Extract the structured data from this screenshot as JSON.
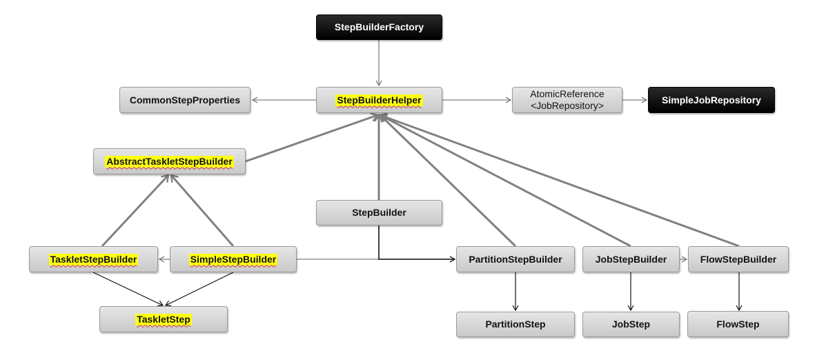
{
  "nodes": {
    "step_builder_factory": {
      "label": "StepBuilderFactory",
      "style": "dark",
      "highlighted": false
    },
    "step_builder_helper": {
      "label": "StepBuilderHelper",
      "style": "gray",
      "highlighted": true
    },
    "common_step_properties": {
      "label": "CommonStepProperties",
      "style": "gray",
      "highlighted": false
    },
    "atomic_reference": {
      "label": "AtomicReference\n<JobRepository>",
      "style": "gray",
      "highlighted": false
    },
    "simple_job_repository": {
      "label": "SimpleJobRepository",
      "style": "dark",
      "highlighted": false
    },
    "abstract_tasklet_step_builder": {
      "label": "AbstractTaskletStepBuilder",
      "style": "gray",
      "highlighted": true
    },
    "step_builder": {
      "label": "StepBuilder",
      "style": "gray",
      "highlighted": false
    },
    "tasklet_step_builder": {
      "label": "TaskletStepBuilder",
      "style": "gray",
      "highlighted": true
    },
    "simple_step_builder": {
      "label": "SimpleStepBuilder",
      "style": "gray",
      "highlighted": true
    },
    "tasklet_step": {
      "label": "TaskletStep",
      "style": "gray",
      "highlighted": true
    },
    "partition_step_builder": {
      "label": "PartitionStepBuilder",
      "style": "gray",
      "highlighted": false
    },
    "job_step_builder": {
      "label": "JobStepBuilder",
      "style": "gray",
      "highlighted": false
    },
    "flow_step_builder": {
      "label": "FlowStepBuilder",
      "style": "gray",
      "highlighted": false
    },
    "partition_step": {
      "label": "PartitionStep",
      "style": "gray",
      "highlighted": false
    },
    "job_step": {
      "label": "JobStep",
      "style": "gray",
      "highlighted": false
    },
    "flow_step": {
      "label": "FlowStep",
      "style": "gray",
      "highlighted": false
    }
  },
  "edges": [
    {
      "from": "step_builder_factory",
      "to": "step_builder_helper",
      "kind": "uses"
    },
    {
      "from": "step_builder_helper",
      "to": "common_step_properties",
      "kind": "uses"
    },
    {
      "from": "step_builder_helper",
      "to": "atomic_reference",
      "kind": "uses"
    },
    {
      "from": "atomic_reference",
      "to": "simple_job_repository",
      "kind": "uses"
    },
    {
      "from": "abstract_tasklet_step_builder",
      "to": "step_builder_helper",
      "kind": "extends"
    },
    {
      "from": "step_builder",
      "to": "step_builder_helper",
      "kind": "extends"
    },
    {
      "from": "partition_step_builder",
      "to": "step_builder_helper",
      "kind": "extends"
    },
    {
      "from": "job_step_builder",
      "to": "step_builder_helper",
      "kind": "extends"
    },
    {
      "from": "flow_step_builder",
      "to": "step_builder_helper",
      "kind": "extends"
    },
    {
      "from": "tasklet_step_builder",
      "to": "abstract_tasklet_step_builder",
      "kind": "extends"
    },
    {
      "from": "simple_step_builder",
      "to": "abstract_tasklet_step_builder",
      "kind": "extends"
    },
    {
      "from": "simple_step_builder",
      "to": "tasklet_step_builder",
      "kind": "uses"
    },
    {
      "from": "tasklet_step_builder",
      "to": "tasklet_step",
      "kind": "creates"
    },
    {
      "from": "simple_step_builder",
      "to": "tasklet_step",
      "kind": "creates"
    },
    {
      "from": "step_builder",
      "to": "partition_step_builder",
      "kind": "uses"
    },
    {
      "from": "simple_step_builder",
      "to": "partition_step_builder",
      "kind": "uses"
    },
    {
      "from": "job_step_builder",
      "to": "flow_step_builder",
      "kind": "uses"
    },
    {
      "from": "partition_step_builder",
      "to": "partition_step",
      "kind": "creates"
    },
    {
      "from": "job_step_builder",
      "to": "job_step",
      "kind": "creates"
    },
    {
      "from": "flow_step_builder",
      "to": "flow_step",
      "kind": "creates"
    }
  ],
  "colors": {
    "gray_box": "#d4d4d4",
    "dark_box": "#000000",
    "highlight": "#ffff14",
    "connector": "#808080",
    "connector_dark": "#111111"
  }
}
